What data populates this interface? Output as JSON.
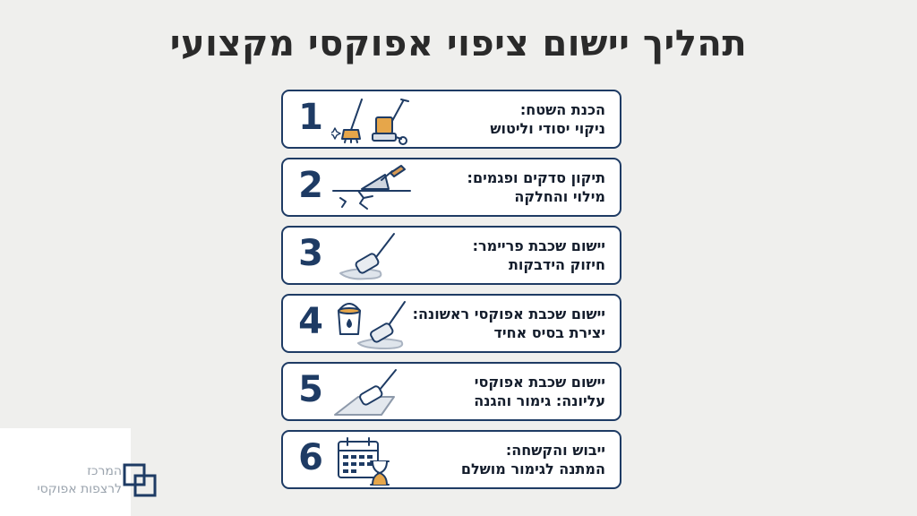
{
  "title": "תהליך יישום ציפוי אפוקסי מקצועי",
  "steps": [
    {
      "number": "1",
      "line1": "הכנת השטח:",
      "line2": "ניקוי יסודי וליטוש",
      "icon": "floor-grinder-broom-icon"
    },
    {
      "number": "2",
      "line1": "תיקון סדקים ופגמים:",
      "line2": "מילוי והחלקה",
      "icon": "trowel-crack-icon"
    },
    {
      "number": "3",
      "line1": "יישום שכבת פריימר:",
      "line2": "חיזוק הידבקות",
      "icon": "paint-roller-icon"
    },
    {
      "number": "4",
      "line1": "יישום שכבת אפוקסי ראשונה:",
      "line2": "יצירת בסיס אחיד",
      "icon": "paint-bucket-roller-icon"
    },
    {
      "number": "5",
      "line1": "יישום שכבת אפוקסי",
      "line2": "עליונה: גימור והגנה",
      "icon": "roller-finish-icon"
    },
    {
      "number": "6",
      "line1": "ייבוש והקשחה:",
      "line2": "המתנה לגימור מושלם",
      "icon": "calendar-hourglass-icon"
    }
  ],
  "watermark": {
    "line1": "המרכז",
    "line2": "לרצפות אפוקסי"
  },
  "colors": {
    "accent": "#1e3b64",
    "background": "#efefed",
    "card": "#ffffff"
  }
}
